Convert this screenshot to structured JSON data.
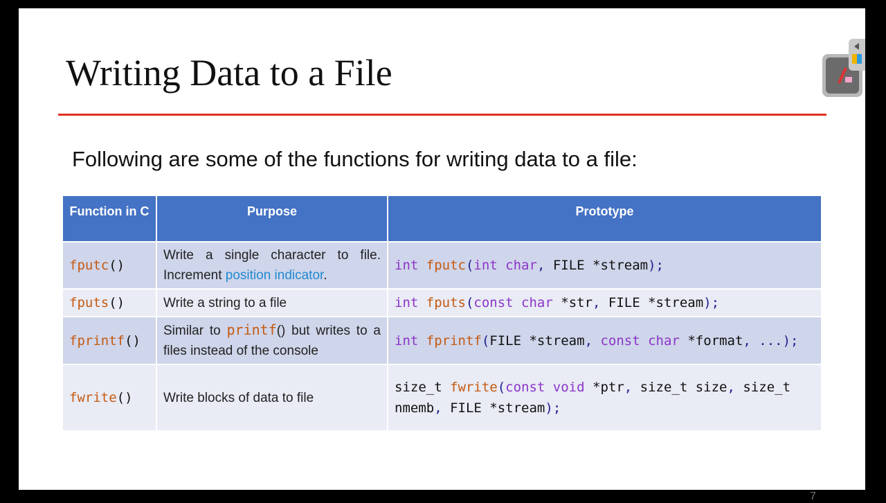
{
  "slide": {
    "title": "Writing Data to a File",
    "subtitle": "Following are some of the functions for writing data to a file:",
    "page_number": "7"
  },
  "colors": {
    "accent_rule": "#e0301e",
    "header_bg": "#4472c4",
    "row_odd": "#cfd5ea",
    "row_even": "#e9ebf5",
    "function": "#c55a11",
    "keyword": "#8b35c9",
    "link": "#1f8ad2"
  },
  "table": {
    "headers": [
      "Function in C",
      "Purpose",
      "Prototype"
    ],
    "rows": [
      {
        "function": [
          {
            "t": "fputc",
            "c": "fn"
          },
          {
            "t": "()",
            "c": "id"
          }
        ],
        "purpose": [
          {
            "t": "Write a single character to file. Increment ",
            "c": "txt"
          },
          {
            "t": "position indicator",
            "c": "link"
          },
          {
            "t": ".",
            "c": "txt"
          }
        ],
        "prototype": [
          {
            "t": "int ",
            "c": "kw"
          },
          {
            "t": "fputc",
            "c": "fn"
          },
          {
            "t": "(",
            "c": "pn"
          },
          {
            "t": "int char",
            "c": "kw"
          },
          {
            "t": ", ",
            "c": "pn"
          },
          {
            "t": "FILE *stream",
            "c": "id"
          },
          {
            "t": ");",
            "c": "pn"
          }
        ]
      },
      {
        "function": [
          {
            "t": "fputs",
            "c": "fn"
          },
          {
            "t": "()",
            "c": "id"
          }
        ],
        "purpose": [
          {
            "t": "Write a string to a file",
            "c": "txt"
          }
        ],
        "prototype": [
          {
            "t": "int ",
            "c": "kw"
          },
          {
            "t": "fputs",
            "c": "fn"
          },
          {
            "t": "(",
            "c": "pn"
          },
          {
            "t": "const char ",
            "c": "kw"
          },
          {
            "t": "*str",
            "c": "id"
          },
          {
            "t": ", ",
            "c": "pn"
          },
          {
            "t": "FILE *stream",
            "c": "id"
          },
          {
            "t": ");",
            "c": "pn"
          }
        ]
      },
      {
        "function": [
          {
            "t": "fprintf",
            "c": "fn"
          },
          {
            "t": "()",
            "c": "id"
          }
        ],
        "purpose": [
          {
            "t": "Similar to ",
            "c": "txt"
          },
          {
            "t": "printf",
            "c": "fnbig"
          },
          {
            "t": "() but writes to a files instead of the console",
            "c": "txt"
          }
        ],
        "prototype": [
          {
            "t": "int ",
            "c": "kw"
          },
          {
            "t": "fprintf",
            "c": "fn"
          },
          {
            "t": "(",
            "c": "pn"
          },
          {
            "t": "FILE *stream",
            "c": "id"
          },
          {
            "t": ", ",
            "c": "pn"
          },
          {
            "t": "const char ",
            "c": "kw"
          },
          {
            "t": "*format",
            "c": "id"
          },
          {
            "t": ", ...);",
            "c": "pn"
          }
        ]
      },
      {
        "function": [
          {
            "t": "fwrite",
            "c": "fn"
          },
          {
            "t": "()",
            "c": "id"
          }
        ],
        "purpose": [
          {
            "t": "Write blocks of data to file",
            "c": "txt"
          }
        ],
        "prototype": [
          {
            "t": "size_t ",
            "c": "id"
          },
          {
            "t": "fwrite",
            "c": "fn"
          },
          {
            "t": "(",
            "c": "pn"
          },
          {
            "t": "const void ",
            "c": "kw"
          },
          {
            "t": "*ptr",
            "c": "id"
          },
          {
            "t": ", ",
            "c": "pn"
          },
          {
            "t": "size_t size",
            "c": "id"
          },
          {
            "t": ", ",
            "c": "pn"
          },
          {
            "t": "size_t nmemb",
            "c": "id"
          },
          {
            "t": ", ",
            "c": "pn"
          },
          {
            "t": "FILE *stream",
            "c": "id"
          },
          {
            "t": ");",
            "c": "pn"
          }
        ]
      }
    ]
  },
  "toolbar": {
    "icon": "pen-scissors-eraser-icon",
    "collapse_icon": "triangle-left-icon"
  }
}
